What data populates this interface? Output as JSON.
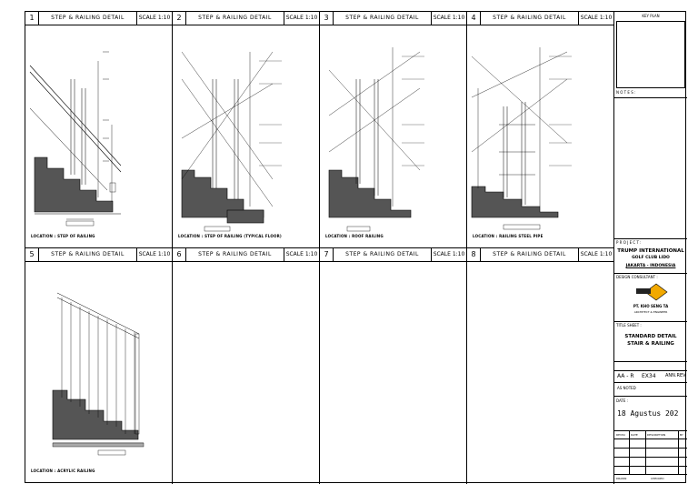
{
  "panels": [
    {
      "num": "1",
      "title": "STEP & RAILING DETAIL",
      "scale": "SCALE 1:10",
      "location": "LOCATION : STEP OF RAILING"
    },
    {
      "num": "2",
      "title": "STEP & RAILING DETAIL",
      "scale": "SCALE 1:10",
      "location": "LOCATION : STEP OF RAILING (TYPICAL FLOOR)"
    },
    {
      "num": "3",
      "title": "STEP & RAILING DETAIL",
      "scale": "SCALE 1:10",
      "location": "LOCATION : ROOF RAILING"
    },
    {
      "num": "4",
      "title": "STEP & RAILING DETAIL",
      "scale": "SCALE 1:10",
      "location": "LOCATION : RAILING STEEL PIPE"
    },
    {
      "num": "5",
      "title": "STEP & RAILING DETAIL",
      "scale": "SCALE 1:10",
      "location": "LOCATION : ACRYLIC RAILING"
    },
    {
      "num": "6",
      "title": "STEP & RAILING DETAIL",
      "scale": "SCALE 1:10",
      "location": ""
    },
    {
      "num": "7",
      "title": "STEP & RAILING DETAIL",
      "scale": "SCALE 1:10",
      "location": ""
    },
    {
      "num": "8",
      "title": "STEP & RAILING DETAIL",
      "scale": "SCALE 1:10",
      "location": ""
    }
  ],
  "titleblock": {
    "keyplan": "KEY PLAN",
    "notes": "N O T E S :",
    "project_label": "P R O J E C T :",
    "project_line1": "TRUMP INTERNATIONAL",
    "project_line2": "GOLF CLUB LIDO",
    "project_line3": "JAKARTA - INDONESIA",
    "consultant_label": "DESIGN CONSULTANT :",
    "company_name": "PT. KHO SENG TA",
    "company_sub": "ARCHITECT & ENGINEER",
    "drawing_label": "TITLE SHEET :",
    "drawing_line1": "STANDARD DETAIL",
    "drawing_line2": "STAIR & RAILING",
    "code_a": "AA - R",
    "code_b": "EX34",
    "code_c": "ANN.REV",
    "scale_text": "AS NOTED",
    "date_label": "DATE :",
    "date_value": "18 Agustus 202",
    "rev_h1": "REVISI",
    "rev_h2": "DATE",
    "rev_h3": "DESCRIPTION",
    "rev_h4": "BY",
    "footer_a": "DRAWN",
    "footer_b": "CHECKED"
  }
}
